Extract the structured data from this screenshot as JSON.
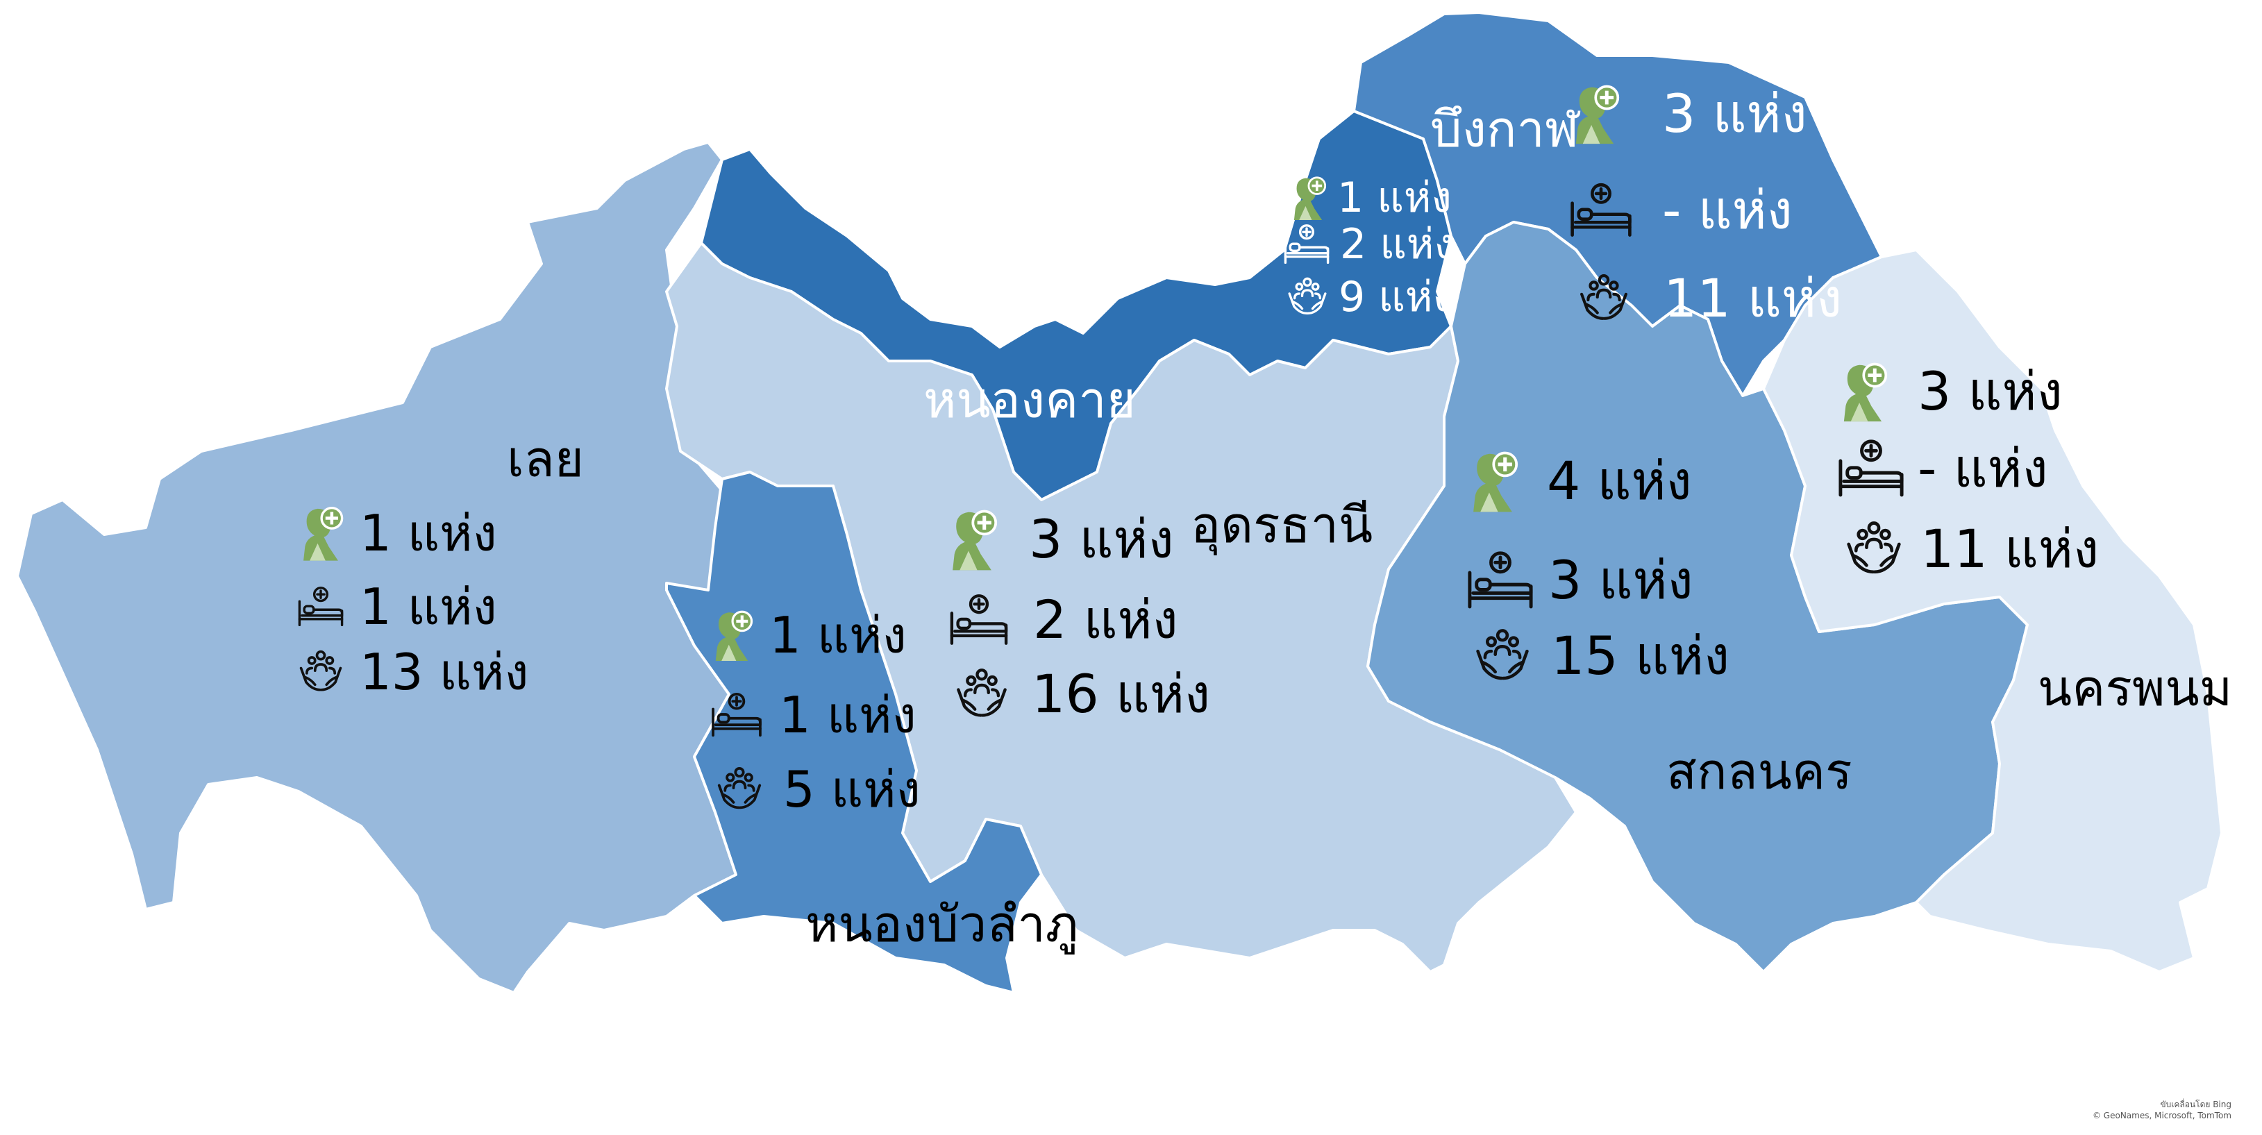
{
  "colors": {
    "loei": "#98b9dc",
    "nong_khai": "#2e71b3",
    "bueng_kan": "#4c87c4",
    "udon": "#bcd2e9",
    "nong_bua": "#4f8ac5",
    "sakon": "#73a3d1",
    "nakhon_phanom": "#dbe7f4",
    "icon_green": "#7fa95a"
  },
  "provinces": {
    "loei": {
      "name": "เลย",
      "stats": [
        {
          "icon": "doctor-icon",
          "value": "1 แห่ง"
        },
        {
          "icon": "hospital-bed-icon",
          "value": "1 แห่ง"
        },
        {
          "icon": "care-hands-icon",
          "value": "13 แห่ง"
        }
      ]
    },
    "nong_khai": {
      "name": "หนองคาย",
      "stats": [
        {
          "icon": "doctor-icon",
          "value": "1 แห่ง"
        },
        {
          "icon": "hospital-bed-icon",
          "value": "2 แห่ง"
        },
        {
          "icon": "care-hands-icon",
          "value": "9 แห่ง"
        }
      ]
    },
    "bueng_kan": {
      "name": "บึงกาฬ",
      "stats": [
        {
          "icon": "doctor-icon",
          "value": "3 แห่ง"
        },
        {
          "icon": "hospital-bed-icon",
          "value": "- แห่ง"
        },
        {
          "icon": "care-hands-icon",
          "value": "11 แห่ง"
        }
      ]
    },
    "udon": {
      "name": "อุดรธานี",
      "stats": [
        {
          "icon": "doctor-icon",
          "value": "3 แห่ง"
        },
        {
          "icon": "hospital-bed-icon",
          "value": "2 แห่ง"
        },
        {
          "icon": "care-hands-icon",
          "value": "16 แห่ง"
        }
      ]
    },
    "nong_bua": {
      "name": "หนองบัวลำภู",
      "stats": [
        {
          "icon": "doctor-icon",
          "value": "1 แห่ง"
        },
        {
          "icon": "hospital-bed-icon",
          "value": "1 แห่ง"
        },
        {
          "icon": "care-hands-icon",
          "value": "5 แห่ง"
        }
      ]
    },
    "sakon": {
      "name": "สกลนคร",
      "stats": [
        {
          "icon": "doctor-icon",
          "value": "4 แห่ง"
        },
        {
          "icon": "hospital-bed-icon",
          "value": "3 แห่ง"
        },
        {
          "icon": "care-hands-icon",
          "value": "15 แห่ง"
        }
      ]
    },
    "nakhon_phanom": {
      "name": "นครพนม",
      "stats": [
        {
          "icon": "doctor-icon",
          "value": "3 แห่ง"
        },
        {
          "icon": "hospital-bed-icon",
          "value": "- แห่ง"
        },
        {
          "icon": "care-hands-icon",
          "value": "11 แห่ง"
        }
      ]
    }
  },
  "attribution": {
    "line1": "ขับเคลื่อนโดย Bing",
    "line2": "© GeoNames, Microsoft, TomTom"
  }
}
